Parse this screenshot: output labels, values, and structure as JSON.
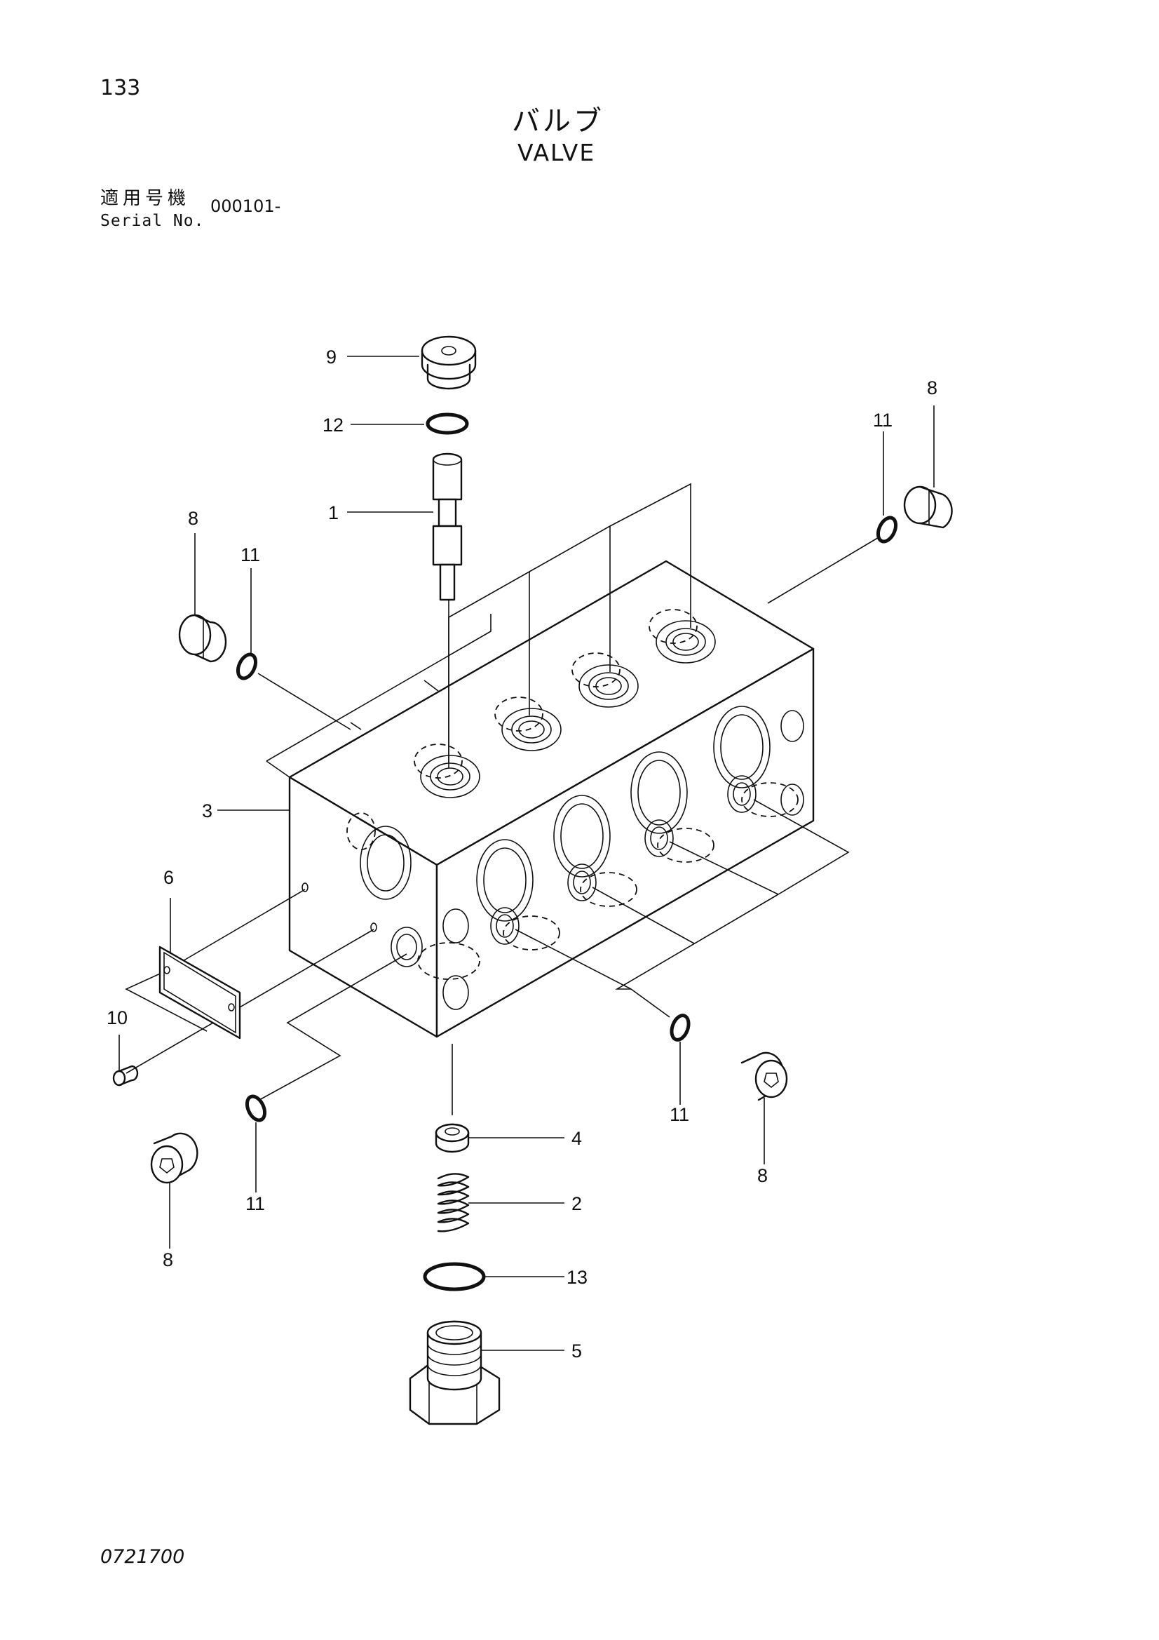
{
  "header": {
    "page_number": "133",
    "title_ja": "バルブ",
    "title_en": "VALVE",
    "serial_label_ja": "適用号機",
    "serial_label_en": "Serial No.",
    "serial_value": "000101-"
  },
  "footer": {
    "doc_code": "0721700"
  },
  "callouts": {
    "c1": "1",
    "c2": "2",
    "c3": "3",
    "c4": "4",
    "c5": "5",
    "c6": "6",
    "c8a": "8",
    "c8b": "8",
    "c8c": "8",
    "c8d": "8",
    "c9": "9",
    "c10": "10",
    "c11a": "11",
    "c11b": "11",
    "c11c": "11",
    "c11d": "11",
    "c12": "12",
    "c13": "13"
  }
}
